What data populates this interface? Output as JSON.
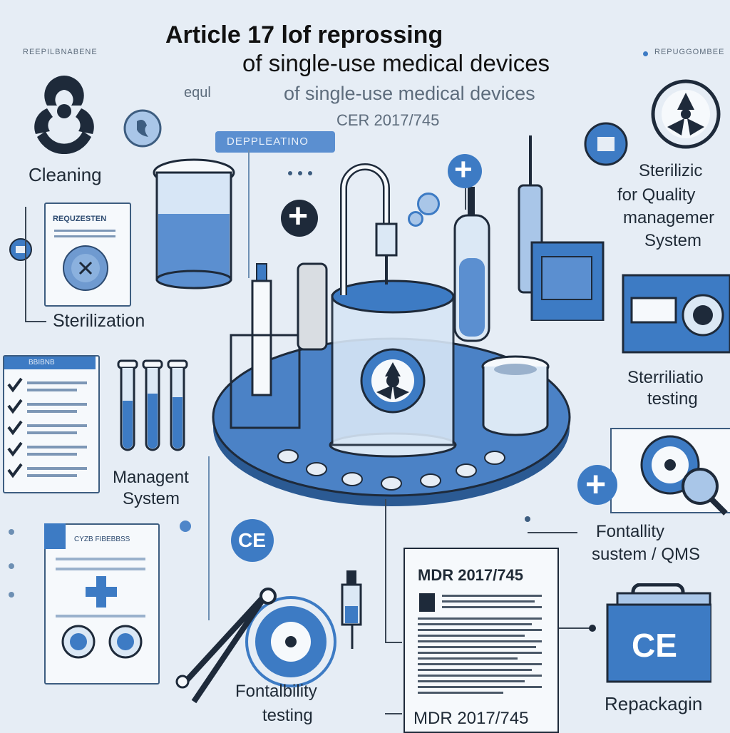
{
  "header": {
    "title_line1": "Article 17 lof reprossing",
    "title_line2": "of single-use medical devices",
    "subtitle": "of single-use medical devices",
    "subtitle_prefix": "equl",
    "regulation": "CER 2017/745",
    "top_left_tag": "REEPILBNABENE",
    "top_right_tag": "REPUGGOMBEE",
    "center_badge": "DEPPLEATINO"
  },
  "labels": {
    "cleaning": "Cleaning",
    "sterilization": "Sterilization",
    "managent_line1": "Managent",
    "managent_line2": "System",
    "sterilizic_line1": "Sterilizic",
    "sterilizic_line2": "for Quality",
    "sterilizic_line3": "managemer",
    "sterilizic_line4": "System",
    "sterrilatio_line1": "Sterriliatio",
    "sterrilatio_line2": "testing",
    "fontality_line1": "Fontallity",
    "fontality_line2": "sustem / QMS",
    "fontalbility_line1": "Fontalbility",
    "fontalbility_line2": "testing",
    "repackaging": "Repackagin"
  },
  "documents": {
    "requirements_heading": "REQUZESTEN",
    "checklist_heading": "BBIBNB",
    "form_heading": "CYZB FIBEBBSS",
    "mdr_heading": "MDR 2017/745",
    "mdr_footer": "MDR 2017/745"
  },
  "badges": {
    "ce_small": "CE",
    "ce_large": "CE",
    "plus": "+"
  },
  "colors": {
    "background": "#e6edf5",
    "primary_blue": "#3d7bc4",
    "dark_navy": "#1e2a3a",
    "light_blue": "#a9c6e8",
    "platform_blue": "#3f73b5"
  }
}
